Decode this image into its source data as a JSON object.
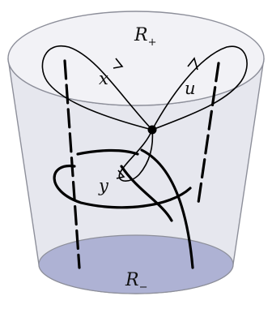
{
  "figure": {
    "labels": {
      "top_region": "R",
      "top_region_sign": "+",
      "bottom_region": "R",
      "bottom_region_sign": "−",
      "loop_x": "x",
      "loop_u": "u",
      "loop_y": "y"
    },
    "colors": {
      "cup_side": "#e6e7ee",
      "cup_top": "#f2f2f6",
      "cup_bottom": "#aeb2d4",
      "stroke": "#000000",
      "cup_outline": "#8d8f9a"
    }
  }
}
